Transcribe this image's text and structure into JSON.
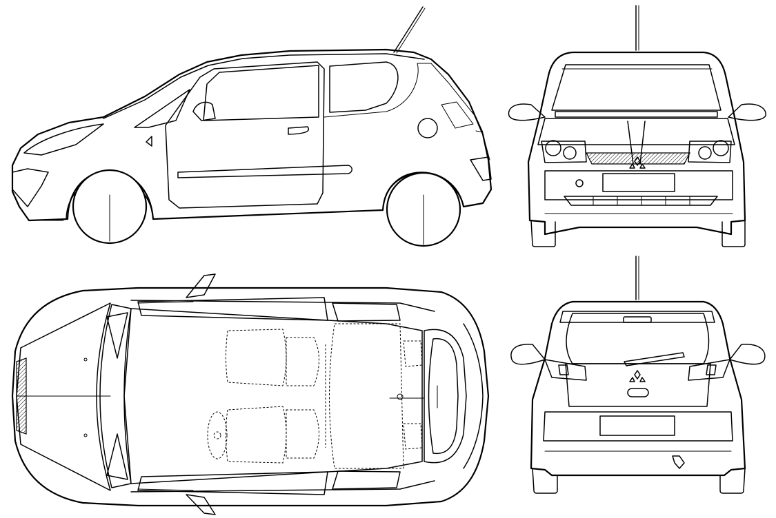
{
  "views": {
    "side": {
      "name": "side-view"
    },
    "front": {
      "name": "front-view"
    },
    "top": {
      "name": "top-view"
    },
    "rear": {
      "name": "rear-view"
    }
  },
  "colors": {
    "line": "#000000",
    "background": "#ffffff"
  }
}
